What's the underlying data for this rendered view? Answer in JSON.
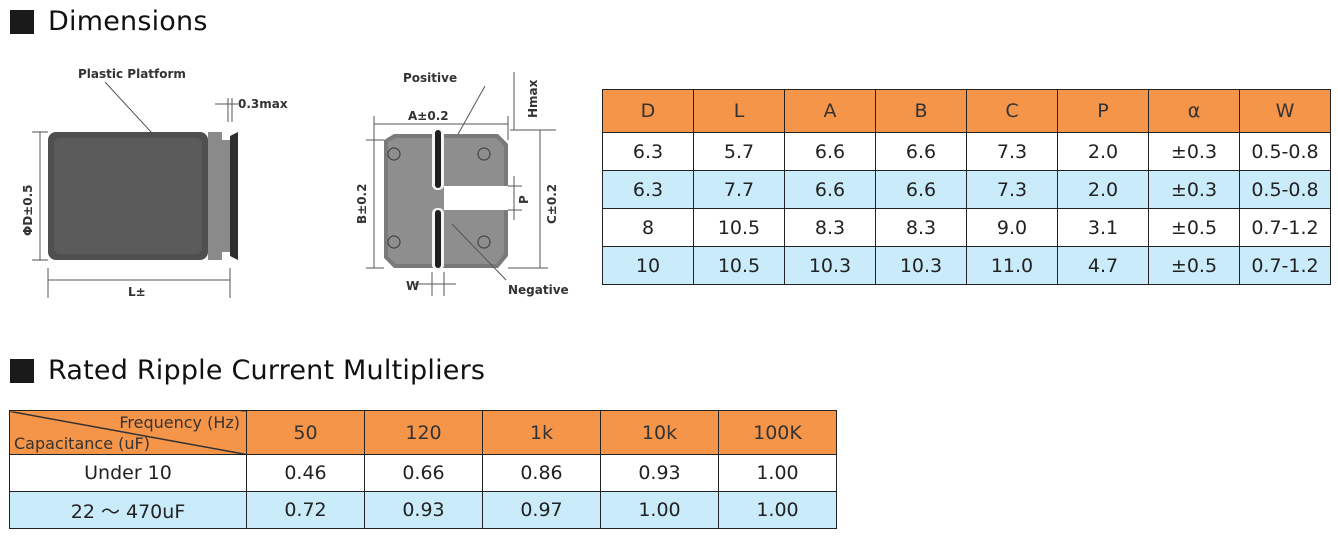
{
  "sections": {
    "dimensions_title": "Dimensions",
    "ripple_title": "Rated Ripple Current Multipliers"
  },
  "diagram": {
    "plastic_platform": "Plastic Platform",
    "max_03": "0.3max",
    "phi_d": "ΦD±0.5",
    "l_label": "L±",
    "positive": "Positive",
    "a_label": "A±0.2",
    "hmax": "Hmax",
    "b_label": "B±0.2",
    "c_label": "C±0.2",
    "p_label": "P",
    "w_label": "W",
    "negative": "Negative"
  },
  "dimensions_table": {
    "headers": [
      "D",
      "L",
      "A",
      "B",
      "C",
      "P",
      "α",
      "W"
    ],
    "rows": [
      [
        "6.3",
        "5.7",
        "6.6",
        "6.6",
        "7.3",
        "2.0",
        "±0.3",
        "0.5-0.8"
      ],
      [
        "6.3",
        "7.7",
        "6.6",
        "6.6",
        "7.3",
        "2.0",
        "±0.3",
        "0.5-0.8"
      ],
      [
        "8",
        "10.5",
        "8.3",
        "8.3",
        "9.0",
        "3.1",
        "±0.5",
        "0.7-1.2"
      ],
      [
        "10",
        "10.5",
        "10.3",
        "10.3",
        "11.0",
        "4.7",
        "±0.5",
        "0.7-1.2"
      ]
    ]
  },
  "ripple_table": {
    "corner_top": "Frequency (Hz)",
    "corner_bottom": "Capacitance (uF)",
    "headers": [
      "50",
      "120",
      "1k",
      "10k",
      "100K"
    ],
    "rows": [
      [
        "Under 10",
        "0.46",
        "0.66",
        "0.86",
        "0.93",
        "1.00"
      ],
      [
        "22 ～ 470uF",
        "0.72",
        "0.93",
        "0.97",
        "1.00",
        "1.00"
      ]
    ]
  },
  "colors": {
    "header_orange": "#f5954a",
    "row_blue": "#c9ebfa"
  }
}
